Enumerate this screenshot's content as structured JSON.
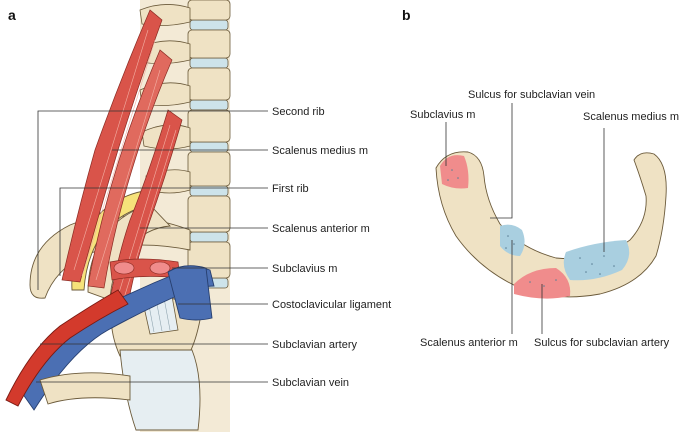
{
  "panels": {
    "a": "a",
    "b": "b"
  },
  "panel_a_labels": {
    "second_rib": "Second rib",
    "scalenus_medius": "Scalenus medius m",
    "first_rib": "First rib",
    "scalenus_anterior": "Scalenus anterior m",
    "subclavius": "Subclavius m",
    "costoclavicular": "Costoclavicular ligament",
    "subclavian_artery": "Subclavian artery",
    "subclavian_vein": "Subclavian vein"
  },
  "panel_b_labels": {
    "sulcus_vein": "Sulcus for subclavian vein",
    "subclavius": "Subclavius m",
    "scalenus_medius": "Scalenus medius m",
    "scalenus_anterior": "Scalenus anterior m",
    "sulcus_artery": "Sulcus for subclavian artery"
  },
  "colors": {
    "bone": "#efe2c4",
    "bone_outline": "#6b5a3a",
    "muscle": "#d9544a",
    "muscle_light": "#ee8a7a",
    "artery": "#d33a2c",
    "vein": "#4b6fb3",
    "ligament": "#e6eef2",
    "disc": "#cde3ea",
    "attach_blue": "#a9cfe0",
    "attach_pink": "#f08c8c",
    "first_rib_yellow": "#f6e27a"
  }
}
